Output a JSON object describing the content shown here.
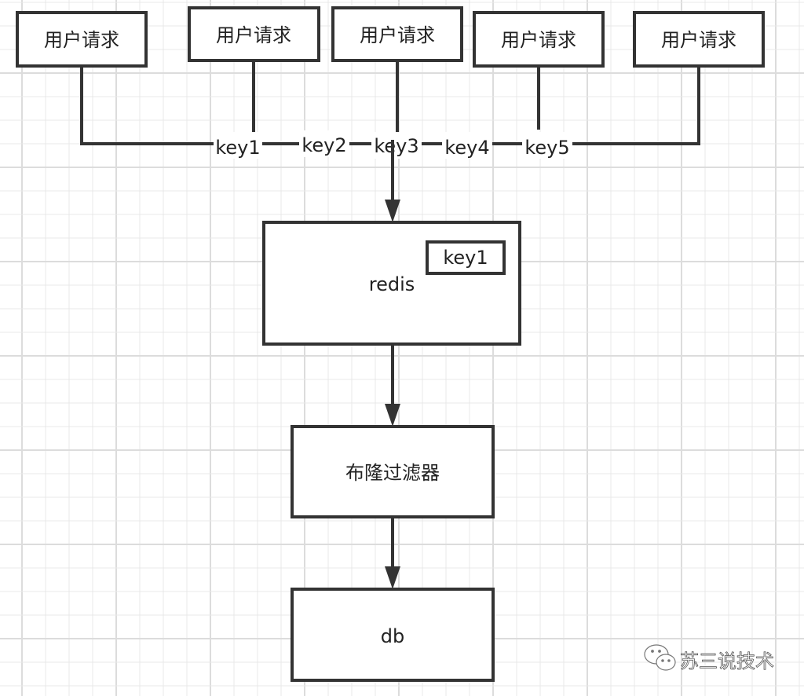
{
  "requests": [
    {
      "label": "用户请求"
    },
    {
      "label": "用户请求"
    },
    {
      "label": "用户请求"
    },
    {
      "label": "用户请求"
    },
    {
      "label": "用户请求"
    }
  ],
  "keys": [
    "key1",
    "key2",
    "key3",
    "key4",
    "key5"
  ],
  "redis": {
    "label": "redis",
    "cached_key": "key1"
  },
  "bloom_filter": {
    "label": "布隆过滤器"
  },
  "db": {
    "label": "db"
  },
  "watermark": {
    "text": "苏三说技术",
    "icon": "wechat-icon"
  },
  "colors": {
    "stroke": "#333333",
    "grid": "#e8e8e8",
    "grid_major": "#dcdcdc"
  }
}
